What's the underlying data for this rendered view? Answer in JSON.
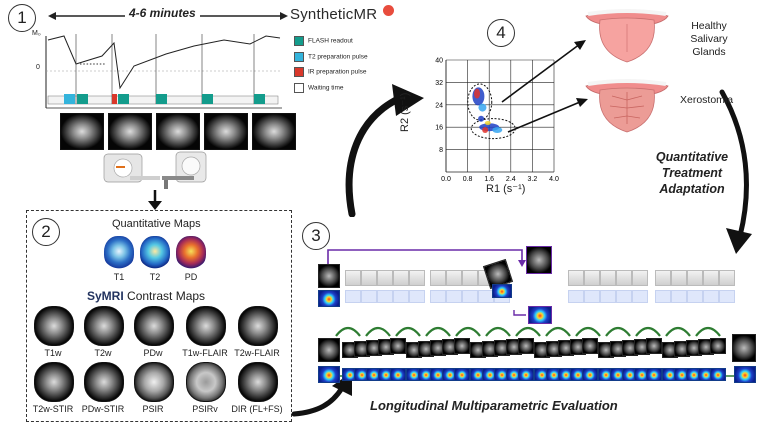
{
  "steps": {
    "one": "1",
    "two": "2",
    "three": "3",
    "four": "4"
  },
  "panel1": {
    "duration": "4-6 minutes",
    "brand": "SyntheticMR",
    "axis_m0": "M₀",
    "axis_zero": "0",
    "legend": [
      {
        "label": "FLASH readout",
        "color": "#139c8c"
      },
      {
        "label": "T2 preparation pulse",
        "color": "#34b4dc"
      },
      {
        "label": "IR preparation pulse",
        "color": "#d9382b"
      },
      {
        "label": "Waiting time",
        "color": "#ffffff"
      }
    ]
  },
  "panel2": {
    "quant_title": "Quantitative Maps",
    "maps": [
      "T1",
      "T2",
      "PD"
    ],
    "brand_a": "SyMRI",
    "brand_b": " Contrast Maps",
    "contrasts_row1": [
      "T1w",
      "T2w",
      "PDw",
      "T1w-FLAIR",
      "T2w-FLAIR"
    ],
    "contrasts_row2": [
      "T2w-STIR",
      "PDw-STIR",
      "PSIR",
      "PSIRv",
      "DIR (FL+FS)"
    ]
  },
  "panel3": {
    "caption": "Longitudinal Multiparametric Evaluation"
  },
  "panel4": {
    "outcomes": [
      "Healthy Salivary Glands",
      "Xerostomia"
    ],
    "adapt_label": [
      "Quantitative",
      "Treatment",
      "Adaptation"
    ],
    "chart_data": {
      "type": "scatter",
      "xlabel": "R1 (s⁻¹)",
      "ylabel": "R2 (s⁻¹)",
      "xlim": [
        0,
        4
      ],
      "ylim": [
        0,
        40
      ],
      "xticks": [
        "0.0",
        "0.8",
        "1.6",
        "2.4",
        "3.2",
        "4.0"
      ],
      "yticks": [
        "8",
        "16",
        "24",
        "32",
        "40"
      ]
    }
  }
}
